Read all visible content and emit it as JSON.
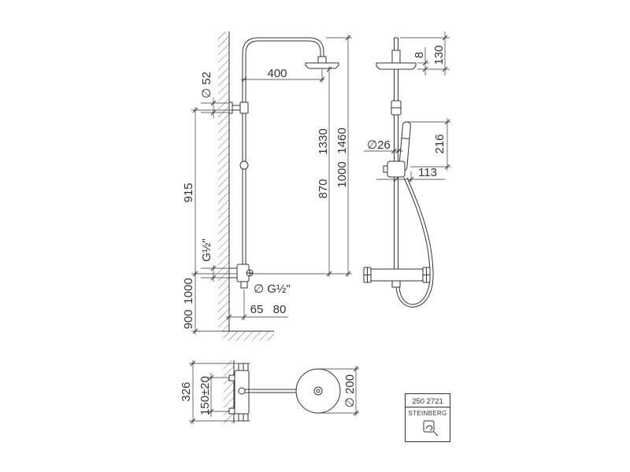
{
  "style": {
    "background": "#ffffff",
    "line_color": "#333333"
  },
  "side_view": {
    "arm_reach": "400",
    "wall_flange_diameter": "∅ 52",
    "head_height_a": "1330",
    "head_height_b": "870",
    "arm_height_a": "1460",
    "arm_height_b": "1000",
    "bracket_height": "915",
    "wall_thread": "G½\"",
    "mixer_height_a": "1000",
    "mixer_height_b": "900",
    "outlet_thread": "∅ G½\"",
    "wall_offset_a": "65",
    "wall_offset_b": "80"
  },
  "front_view": {
    "head_thickness": "8",
    "head_drop": "130",
    "riser_diameter": "∅26",
    "hand_shower_length": "216",
    "hand_shower_offset": "113"
  },
  "top_view": {
    "total_depth": "326",
    "connection_spacing": "150±20",
    "head_diameter": "∅ 200"
  },
  "label_box": {
    "article_number": "250 2721",
    "brand": "STEINBERG",
    "icon": "brand-symbol-icon"
  }
}
